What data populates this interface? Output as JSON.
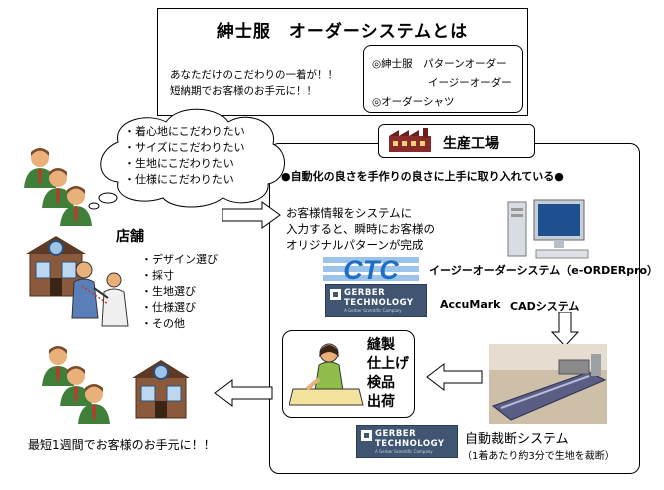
{
  "header": {
    "title": "紳士服　オーダーシステムとは",
    "subtitle_lines": [
      "あなただけのこだわりの一着が！！",
      "短納期でお客様のお手元に！！"
    ],
    "menu": {
      "line1": "◎紳士服　パターンオーダー",
      "line2": "イージーオーダー",
      "line3": "◎オーダーシャツ"
    }
  },
  "cloud": {
    "items": [
      "・着心地にこだわりたい",
      "・サイズにこだわりたい",
      "・生地にこだわりたい",
      "・仕様にこだわりたい"
    ]
  },
  "store": {
    "label": "店舗",
    "items": [
      "・デザイン選び",
      "・採寸",
      "・生地選び",
      "・仕様選び",
      "・その他"
    ]
  },
  "factory": {
    "title": "生産工場",
    "tagline": "●自動化の良さを手作りの良さに上手に取り入れている●",
    "info_lines": [
      "お客様情報をシステムに",
      "入力すると、瞬時にお客様の",
      "オリジナルパターンが完成"
    ],
    "ctc_logo": "CTC",
    "ctc_label": "イージーオーダーシステム（e-ORDERpro）",
    "gerber_line1": "GERBER",
    "gerber_line2": "TECHNOLOGY",
    "gerber_tag": "A Gerber Scientific Company",
    "accumark": "AccuMark",
    "cad": "CADシステム",
    "sew_steps": [
      "縫製",
      "仕上げ",
      "検品",
      "出荷"
    ],
    "cutting_title": "自動裁断システム",
    "cutting_sub": "（1着あたり約3分で生地を裁断）"
  },
  "footer": {
    "customer_note": "最短1週間でお客様のお手元に！！"
  },
  "colors": {
    "gerber_blue": "#3f5572",
    "ctc_blue": "#1e6fc4",
    "suit_green": "#3f7f3a",
    "tie_red": "#c0392b",
    "store_brick": "#8b5a3c"
  }
}
